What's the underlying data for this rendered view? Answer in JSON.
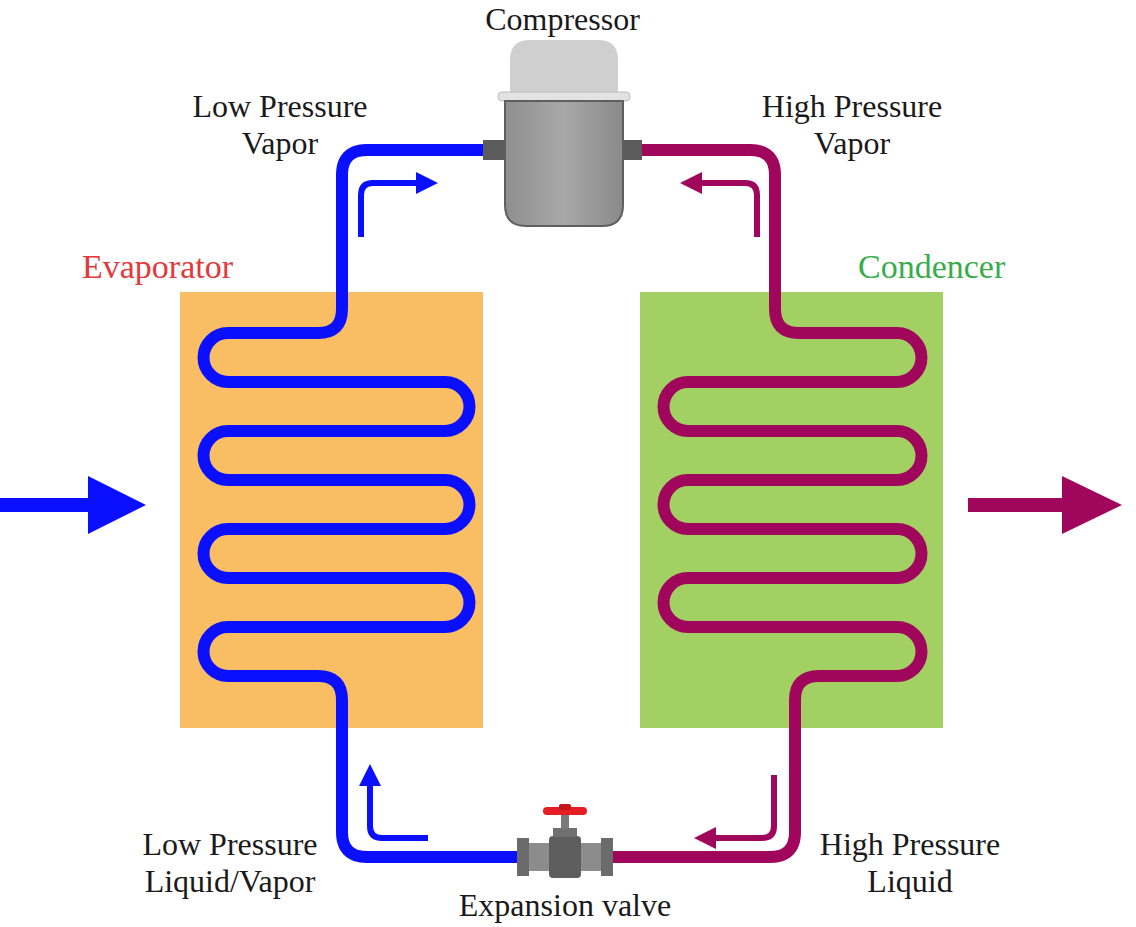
{
  "diagram": {
    "nodes": [
      {
        "text": [
          "Compressor"
        ]
      },
      {
        "text": [
          "Evaporator"
        ]
      },
      {
        "text": [
          "Condencer"
        ]
      },
      {
        "text": [
          "Expansion valve"
        ]
      }
    ],
    "edges": [
      {
        "from": 1,
        "to": 0,
        "arrow": "none",
        "label": "Low Pressure Vapor"
      },
      {
        "from": 0,
        "to": 2,
        "arrow": "none",
        "label": "High Pressure Vapor"
      },
      {
        "from": 2,
        "to": 3,
        "arrow": "none",
        "label": "High Pressure Liquid"
      },
      {
        "from": 3,
        "to": 1,
        "arrow": "none",
        "label": "Low Pressure Liquid/Vapor"
      }
    ]
  }
}
